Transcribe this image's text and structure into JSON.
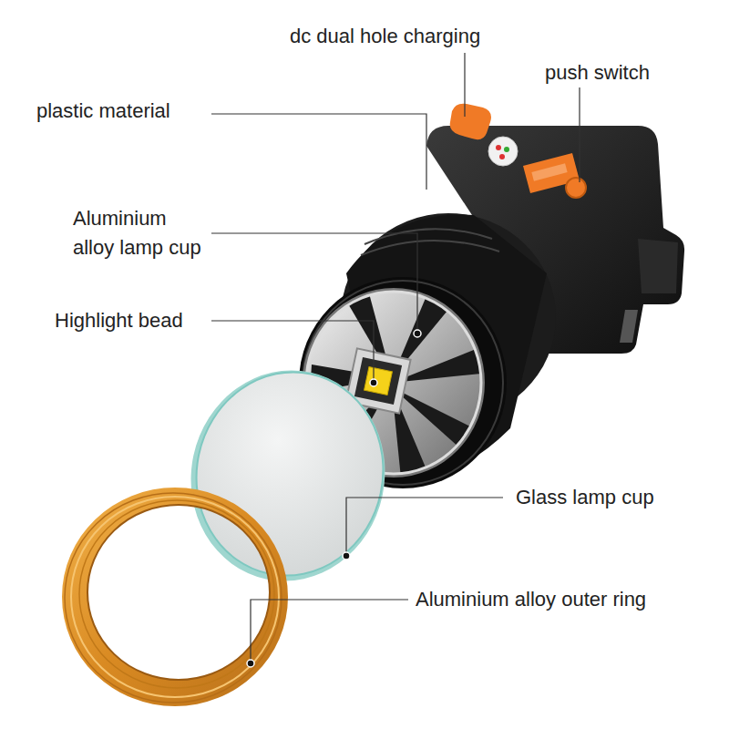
{
  "diagram": {
    "labels": [
      "dc dual hole charging",
      "push switch",
      "plastic material",
      "Aluminium alloy lamp cup",
      "Highlight bead",
      "Glass lamp cup",
      "Aluminium alloy outer ring"
    ]
  }
}
